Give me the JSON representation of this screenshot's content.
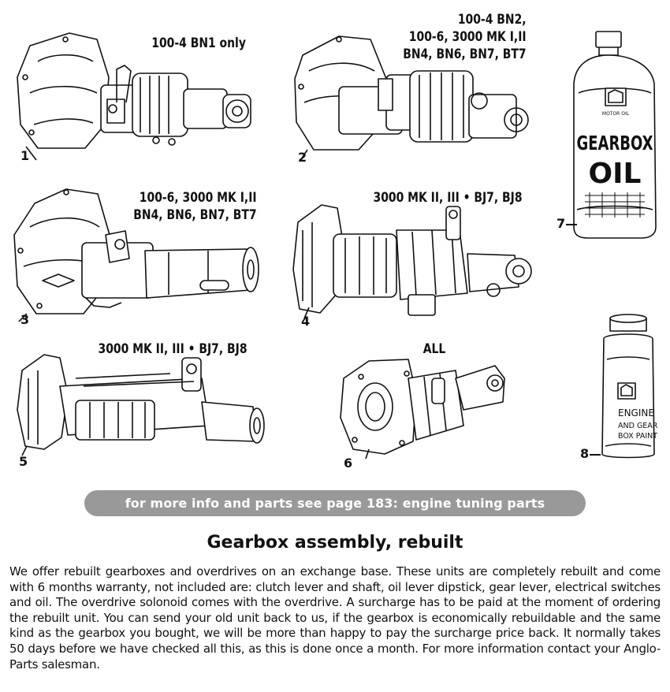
{
  "products": [
    {
      "number": "1",
      "caption_lines": [
        "100-4 BN1 only"
      ]
    },
    {
      "number": "2",
      "caption_lines": [
        "100-4 BN2,",
        "100-6, 3000 MK I,II",
        "BN4, BN6, BN7, BT7"
      ]
    },
    {
      "number": "3",
      "caption_lines": [
        "100-6, 3000 MK I,II",
        "BN4, BN6, BN7, BT7"
      ]
    },
    {
      "number": "4",
      "caption_lines": [
        "3000 MK II, III • BJ7, BJ8"
      ]
    },
    {
      "number": "5",
      "caption_lines": [
        "3000 MK II, III • BJ7, BJ8"
      ]
    },
    {
      "number": "6",
      "caption_lines": [
        "ALL"
      ]
    },
    {
      "number": "7",
      "label_lines": [
        "GEARBOX",
        "OIL"
      ],
      "brand": "MOTOR OIL"
    },
    {
      "number": "8",
      "label_lines": [
        "ENGINE",
        "AND GEAR",
        "BOX PAINT"
      ]
    }
  ],
  "banner": "for more info and parts see page 183: engine tuning parts",
  "section_title": "Gearbox assembly, rebuilt",
  "description": "We offer rebuilt gearboxes and overdrives on an exchange base. These units are completely rebuilt and come with 6 months warranty, not included are: clutch lever and shaft, oil lever dipstick, gear lever, electrical switches and oil. The overdrive solonoid comes with the overdrive. A surcharge has to be paid at the moment of ordering the rebuilt unit. You can send your old unit back to us, if the gearbox is economically rebuildable and the same kind as the gearbox you bought, we will be more than happy to pay the surcharge price back. It normally takes 50 days before we have checked all this, as this is done once a month. For more information contact your Anglo-Parts salesman."
}
